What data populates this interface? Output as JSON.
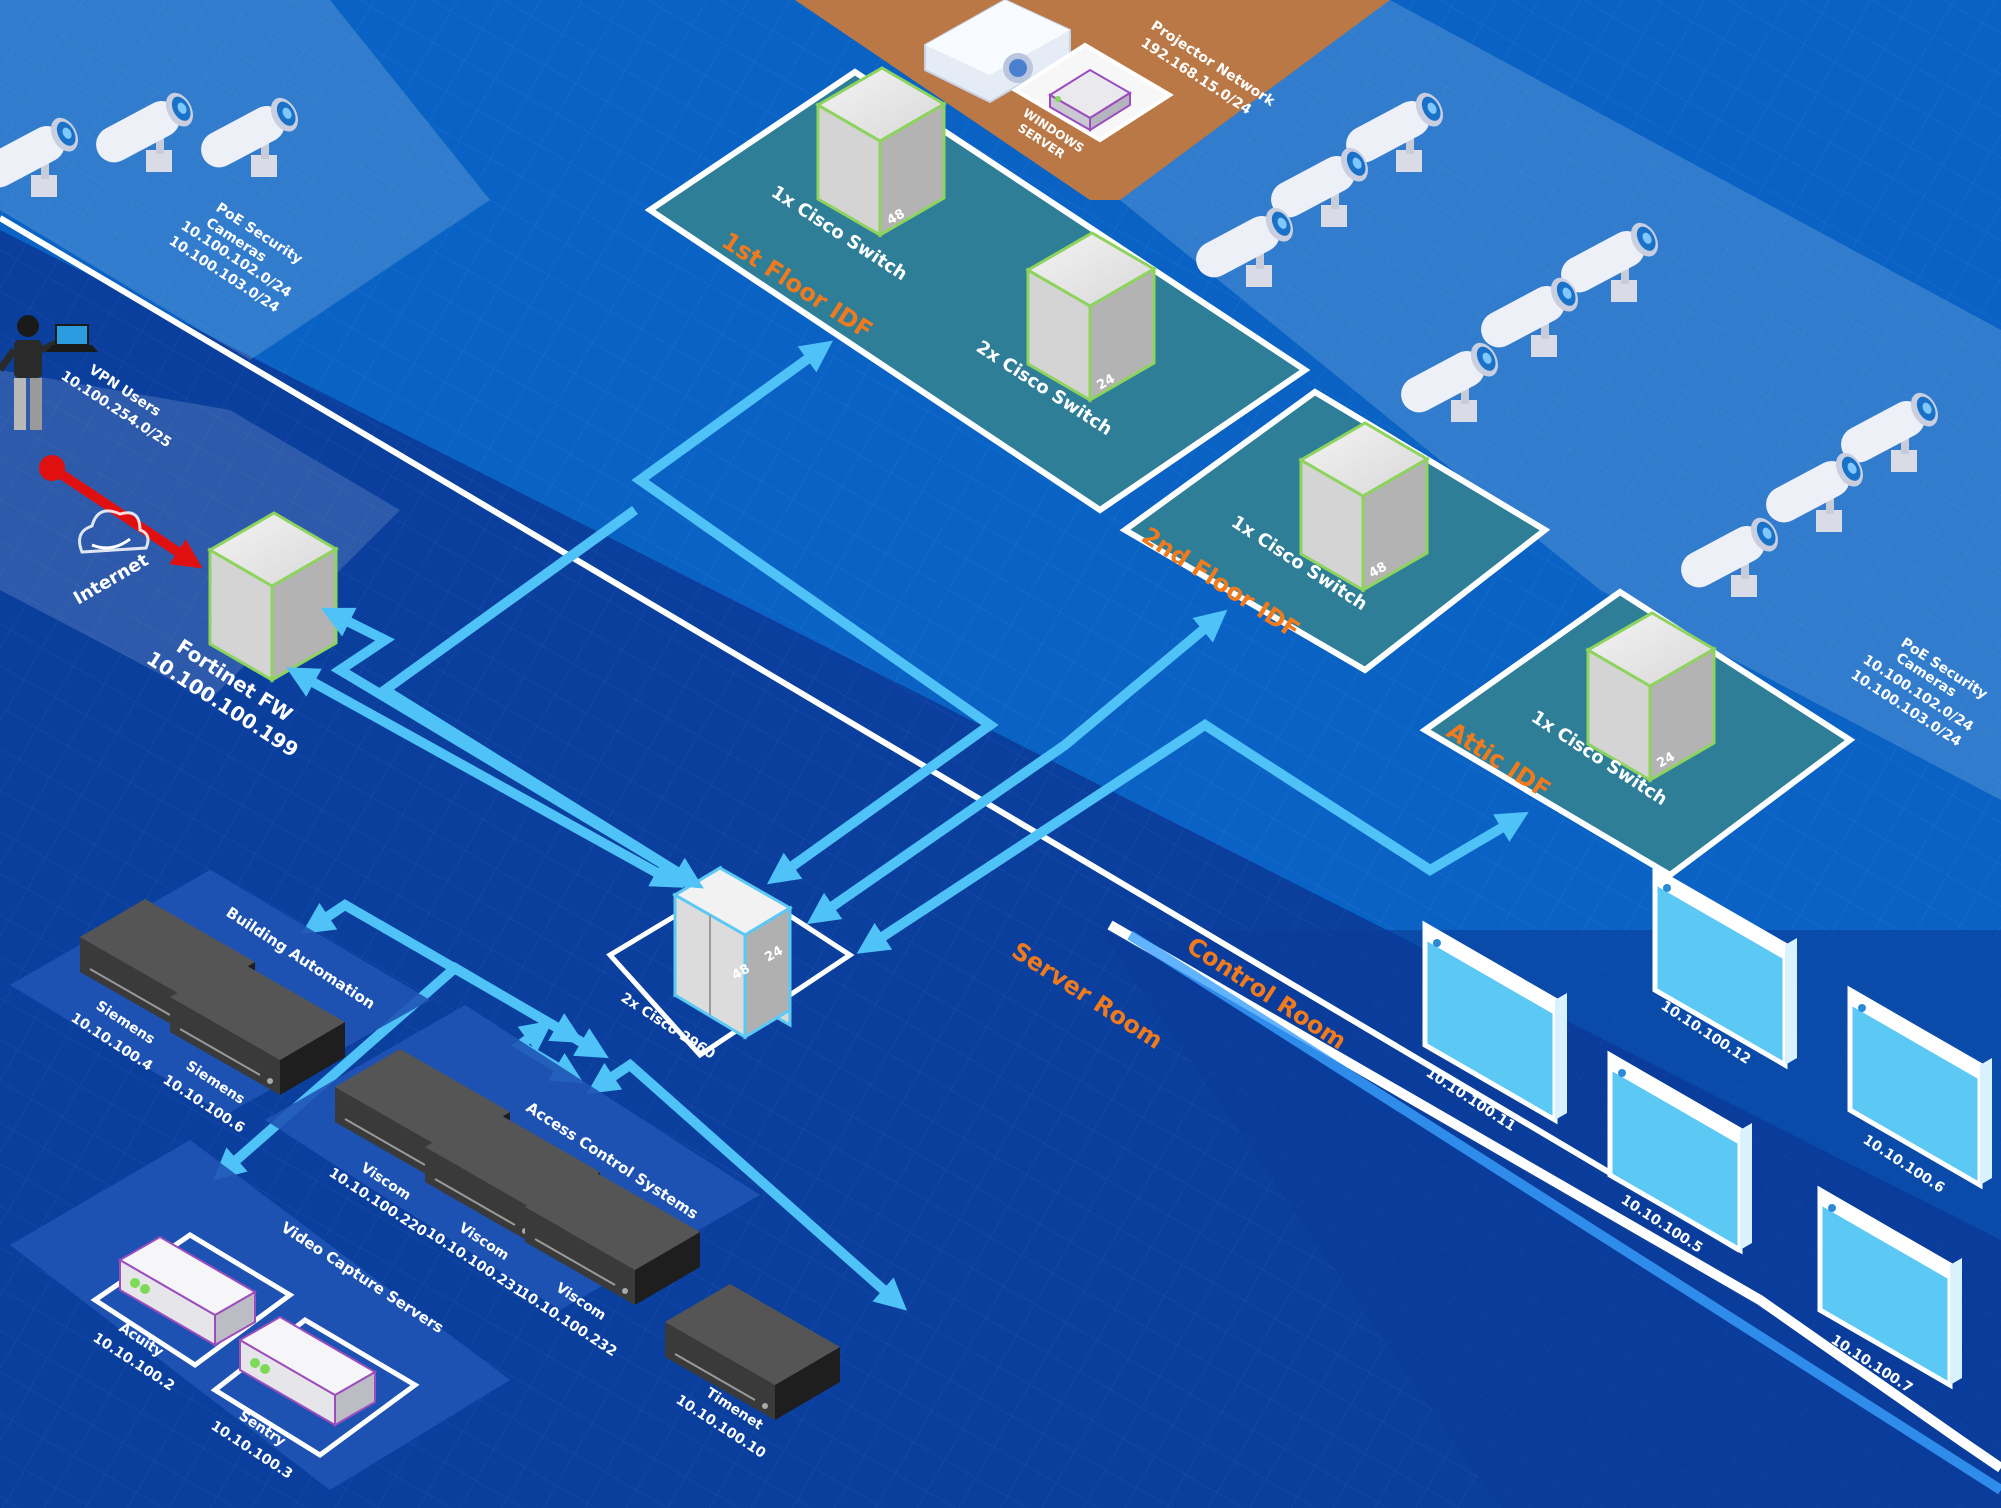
{
  "zones": {
    "server_room": "Server Room",
    "control_room": "Control Room"
  },
  "idfs": {
    "first_floor": {
      "title": "1st Floor IDF",
      "switch_a": {
        "label": "1x Cisco Switch",
        "ports": "48"
      },
      "switch_b": {
        "label": "2x Cisco Switch",
        "ports": "24"
      }
    },
    "second_floor": {
      "title": "2nd Floor IDF",
      "switch": {
        "label": "1x Cisco Switch",
        "ports": "48"
      }
    },
    "attic": {
      "title": "Attic IDF",
      "switch": {
        "label": "1x Cisco Switch",
        "ports": "24"
      }
    }
  },
  "projector": {
    "title": "Projector Network",
    "subnet": "192.168.15.0/24",
    "server_line1": "WINDOWS",
    "server_line2": "SERVER"
  },
  "cameras_left": {
    "line1": "PoE Security",
    "line2": "Cameras",
    "subnet1": "10.100.102.0/24",
    "subnet2": "10.100.103.0/24"
  },
  "cameras_right": {
    "line1": "PoE Security",
    "line2": "Cameras",
    "subnet1": "10.100.102.0/24",
    "subnet2": "10.100.103.0/24"
  },
  "vpn": {
    "label": "VPN Users",
    "subnet": "10.100.254.0/25"
  },
  "internet": {
    "label": "Internet"
  },
  "firewall": {
    "label": "Fortinet FW",
    "ip": "10.100.100.199"
  },
  "core": {
    "label": "2x Cisco 2960",
    "port_a": "48",
    "port_b": "24"
  },
  "building_automation": {
    "title": "Building Automation",
    "devices": [
      {
        "name": "Siemens",
        "ip": "10.10.100.4"
      },
      {
        "name": "Siemens",
        "ip": "10.10.100.6"
      }
    ]
  },
  "access_control": {
    "title": "Access Control Systems",
    "devices": [
      {
        "name": "Viscom",
        "ip": "10.10.100.220"
      },
      {
        "name": "Viscom",
        "ip": "10.10.100.231"
      },
      {
        "name": "Viscom",
        "ip": "10.10.100.232"
      }
    ]
  },
  "video_capture": {
    "title": "Video Capture Servers",
    "devices": [
      {
        "name": "Acuity",
        "ip": "10.10.100.2"
      },
      {
        "name": "Sentry",
        "ip": "10.10.100.3"
      }
    ]
  },
  "timenet": {
    "name": "Timenet",
    "ip": "10.10.100.10"
  },
  "workstations": [
    "10.10.100.11",
    "10.10.100.12",
    "10.10.100.5",
    "10.10.100.6",
    "10.10.100.7"
  ],
  "colors": {
    "background": "#0b3f9e",
    "upper_floor": "#0a63c4",
    "idf_box": "#2e7e98",
    "arrow": "#4fc3f7",
    "zone_text": "#f07a1e",
    "projector_zone": "#c97a3a",
    "device_outline": "#7ed957"
  }
}
